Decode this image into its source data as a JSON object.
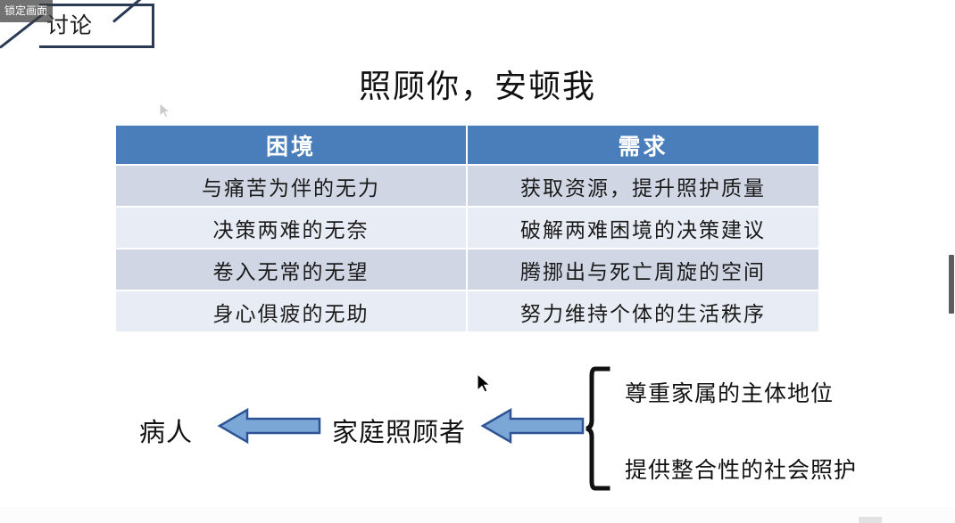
{
  "overlay": {
    "lock_badge_label": "锁定画面"
  },
  "decoration": {
    "corner_title": "讨论"
  },
  "slide": {
    "title": "照顾你，安顿我"
  },
  "table": {
    "headers": [
      "困境",
      "需求"
    ],
    "rows": [
      [
        "与痛苦为伴的无力",
        "获取资源，提升照护质量"
      ],
      [
        "决策两难的无奈",
        "破解两难困境的决策建议"
      ],
      [
        "卷入无常的无望",
        "腾挪出与死亡周旋的空间"
      ],
      [
        "身心俱疲的无助",
        "努力维持个体的生活秩序"
      ]
    ],
    "header_color": "#4a7ebb",
    "row_dark_color": "#d0d6e3",
    "row_light_color": "#e8ecf4"
  },
  "flow": {
    "patient_label": "病人",
    "caregiver_label": "家庭照顾者",
    "arrow_fill": "#7ba7d7",
    "arrow_stroke": "#2e5496",
    "brace_items": [
      "尊重家属的主体地位",
      "提供整合性的社会照护"
    ]
  }
}
